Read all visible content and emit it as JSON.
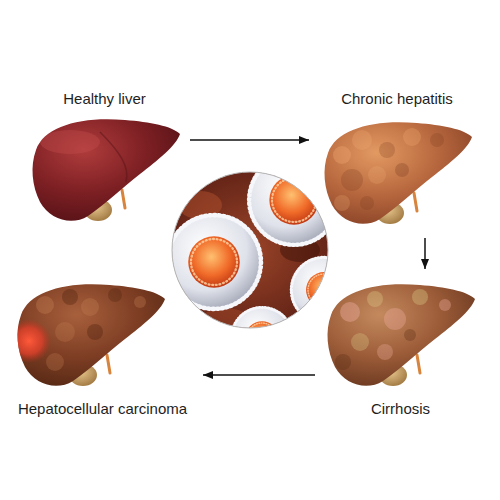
{
  "diagram": {
    "nodes": [
      {
        "text": [
          "Healthy liver"
        ]
      },
      {
        "text": [
          "Chronic hepatitis"
        ]
      },
      {
        "text": [
          "Hepatocellular carcinoma"
        ]
      },
      {
        "text": [
          "Cirrhosis"
        ]
      }
    ],
    "edges": [
      {
        "from": 0,
        "to": 1,
        "arrow": "to"
      },
      {
        "from": 1,
        "to": 3,
        "arrow": "to"
      },
      {
        "from": 3,
        "to": 2,
        "arrow": "to"
      }
    ]
  }
}
